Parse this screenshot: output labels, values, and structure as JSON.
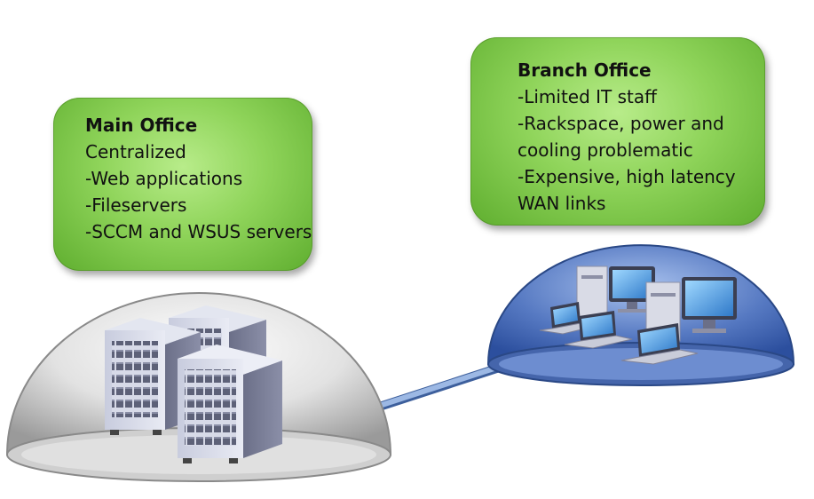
{
  "main_office": {
    "title": "Main Office",
    "lines": [
      "Centralized",
      "-Web applications",
      "-Fileservers",
      "-SCCM and WSUS servers"
    ],
    "icon": "server-rack-icon"
  },
  "branch_office": {
    "title": "Branch Office",
    "lines": [
      "-Limited IT staff",
      "-Rackspace, power and",
      "cooling problematic",
      "-Expensive, high latency",
      "WAN links"
    ],
    "icon": "workstation-laptop-icon"
  },
  "colors": {
    "box_green": "#8fd45a",
    "main_dome": "#e6e6e6",
    "branch_dome": "#5a7fc4",
    "wan_link": "#7e9fd0"
  }
}
